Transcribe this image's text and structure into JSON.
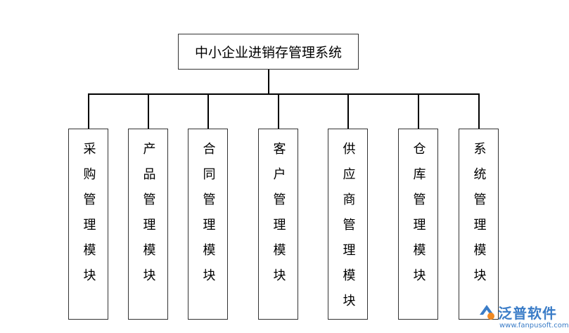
{
  "root": {
    "label": "中小企业进销存管理系统"
  },
  "modules": [
    {
      "label": "采购管理模块"
    },
    {
      "label": "产品管理模块"
    },
    {
      "label": "合同管理模块"
    },
    {
      "label": "客户管理模块"
    },
    {
      "label": "供应商管理模块"
    },
    {
      "label": "仓库管理模块"
    },
    {
      "label": "系统管理模块"
    }
  ],
  "watermark": {
    "brand": "泛普软件",
    "url": "www.fanpusoft.com",
    "colors": {
      "blue": "#3a7cc7",
      "orange": "#f08a24"
    },
    "icon": "fanpu-logo-icon"
  }
}
